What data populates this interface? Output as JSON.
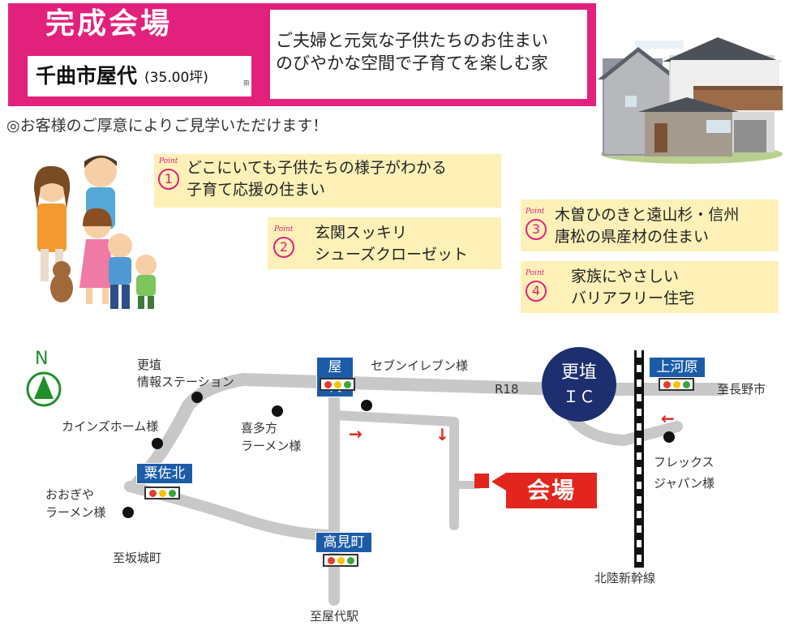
{
  "header": {
    "title": "完成会場",
    "address_name": "千曲市屋代",
    "address_area": "(35.00坪)",
    "address_mark": "⊞",
    "catch_lines": [
      "ご夫婦と元気な子供たちのお住まい",
      "のびやかな空間で子育てを楽しむ家"
    ]
  },
  "notice": "◎お客様のご厚意によりご見学いただけます！",
  "points": [
    {
      "tag": "Point",
      "num": "1",
      "lines": [
        "どこにいても子供たちの様子がわかる",
        "子育て応援の住まい"
      ]
    },
    {
      "tag": "Point",
      "num": "2",
      "lines": [
        "玄関スッキリ",
        "シューズクローゼット"
      ]
    },
    {
      "tag": "Point",
      "num": "3",
      "lines": [
        "木曽ひのきと遠山杉・信州",
        "唐松の県産材の住まい"
      ]
    },
    {
      "tag": "Point",
      "num": "4",
      "lines": [
        "家族にやさしい",
        "バリアフリー住宅"
      ]
    }
  ],
  "map": {
    "north": "N",
    "places": {
      "koshoku_info": [
        "更埴",
        "情報ステーション"
      ],
      "cainz": "カインズホーム様",
      "okigaya": [
        "おおぎや",
        "ラーメン様"
      ],
      "to_sakaki": "至坂城町",
      "kitakata": [
        "喜多方",
        "ラーメン様"
      ],
      "seven": "セブンイレブン様",
      "route": "R18",
      "to_nagano": "至長野市",
      "flex": [
        "フレックス",
        "ジャパン様"
      ],
      "shinkansen": "北陸新幹線",
      "to_yashiro_st": "至屋代駅"
    },
    "ic": [
      "更埴",
      "ＩＣ"
    ],
    "signs": {
      "yashiro": "屋代",
      "kamigawara": "上河原",
      "awasakita": "粟佐北",
      "takamimachi": "高見町"
    },
    "venue_label": "会場",
    "arrows": {
      "right": "→",
      "down": "↓",
      "left": "←"
    }
  },
  "colors": {
    "brand_pink": "#e2217c",
    "point_bg": "#fdf1b8",
    "sign_blue": "#1c5ba8",
    "ic_navy": "#1d2f6e",
    "venue_red": "#e2261d",
    "road_gray": "#c8c8c8",
    "signal_red": "#e63b2e",
    "signal_yellow": "#f4c400",
    "signal_green": "#3aa53a"
  }
}
